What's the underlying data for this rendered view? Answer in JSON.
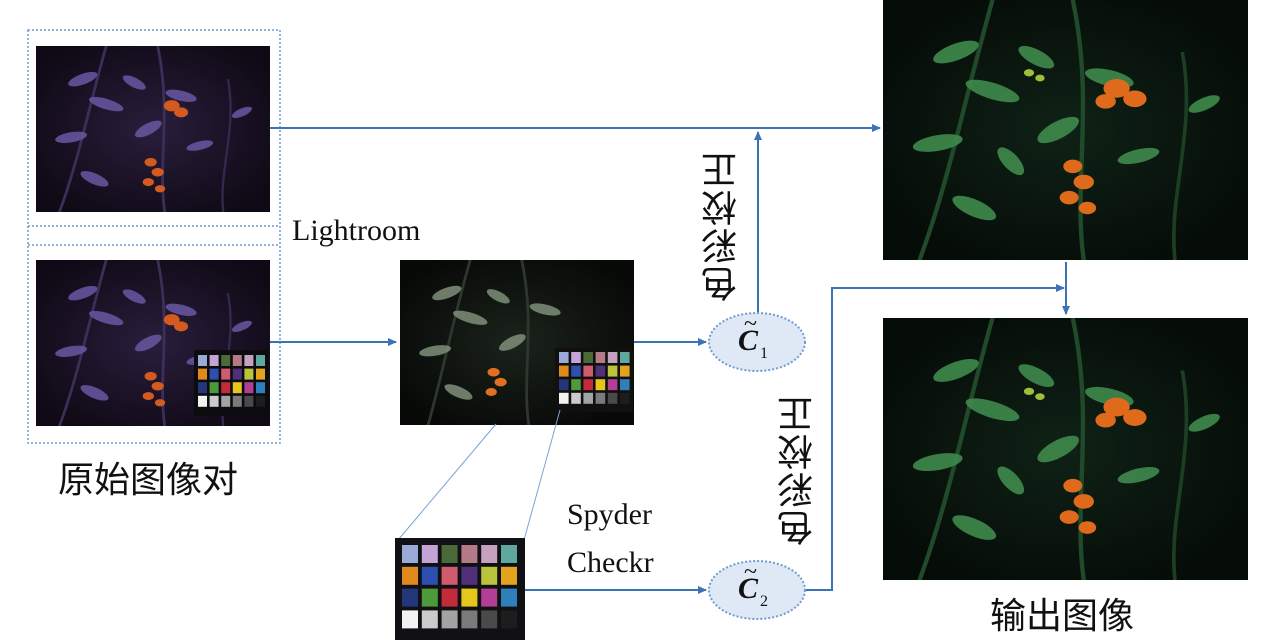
{
  "labels": {
    "original_pair": "原始图像对",
    "lightroom": "Lightroom",
    "spyder_line1": "Spyder",
    "spyder_line2": "Checkr",
    "color_correction": "色彩校正",
    "output_image": "输出图像"
  },
  "symbols": {
    "c1": {
      "base": "C",
      "tilde": "~",
      "sub": "1"
    },
    "c2": {
      "base": "C",
      "tilde": "~",
      "sub": "2"
    }
  },
  "colors": {
    "arrow": "#3a74b5",
    "dashed_frame": "#6f9bd0",
    "ellipse_fill": "#dfe9f5",
    "ellipse_stroke": "#6f9bd0",
    "photo_bg": "#140c1a",
    "leaf_purple": "#5a4a8a",
    "leaf_green": "#2e6b3a",
    "tomato": "#e0651c"
  },
  "swatches": [
    "#9aa9d6",
    "#c6a3d6",
    "#4b6a38",
    "#b47a88",
    "#c5a2c0",
    "#5ea8a0",
    "#e08a1e",
    "#2f4fb0",
    "#d05a6e",
    "#51307a",
    "#b9c43a",
    "#e3a31e",
    "#23367a",
    "#4d9a3a",
    "#c32b3a",
    "#e6c61a",
    "#b23e96",
    "#2f7fba",
    "#f2f2f2",
    "#cbcbcb",
    "#a3a3a3",
    "#7a7a7a",
    "#4a4a4a",
    "#1d1d1d"
  ]
}
